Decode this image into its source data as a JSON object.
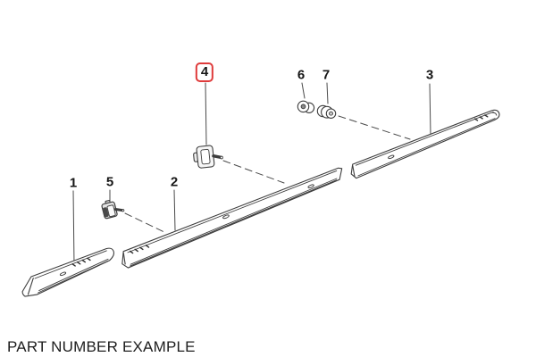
{
  "caption": "PART NUMBER EXAMPLE",
  "highlighted_part": "4",
  "colors": {
    "highlight": "#df3b3b",
    "ink": "#3d3d3d",
    "caption_text": "#1d1d1d",
    "background": "#ffffff"
  },
  "part_labels": [
    {
      "label": "1",
      "highlighted": false
    },
    {
      "label": "2",
      "highlighted": false
    },
    {
      "label": "3",
      "highlighted": false
    },
    {
      "label": "4",
      "highlighted": true
    },
    {
      "label": "5",
      "highlighted": false
    },
    {
      "label": "6",
      "highlighted": false
    },
    {
      "label": "7",
      "highlighted": false
    }
  ]
}
